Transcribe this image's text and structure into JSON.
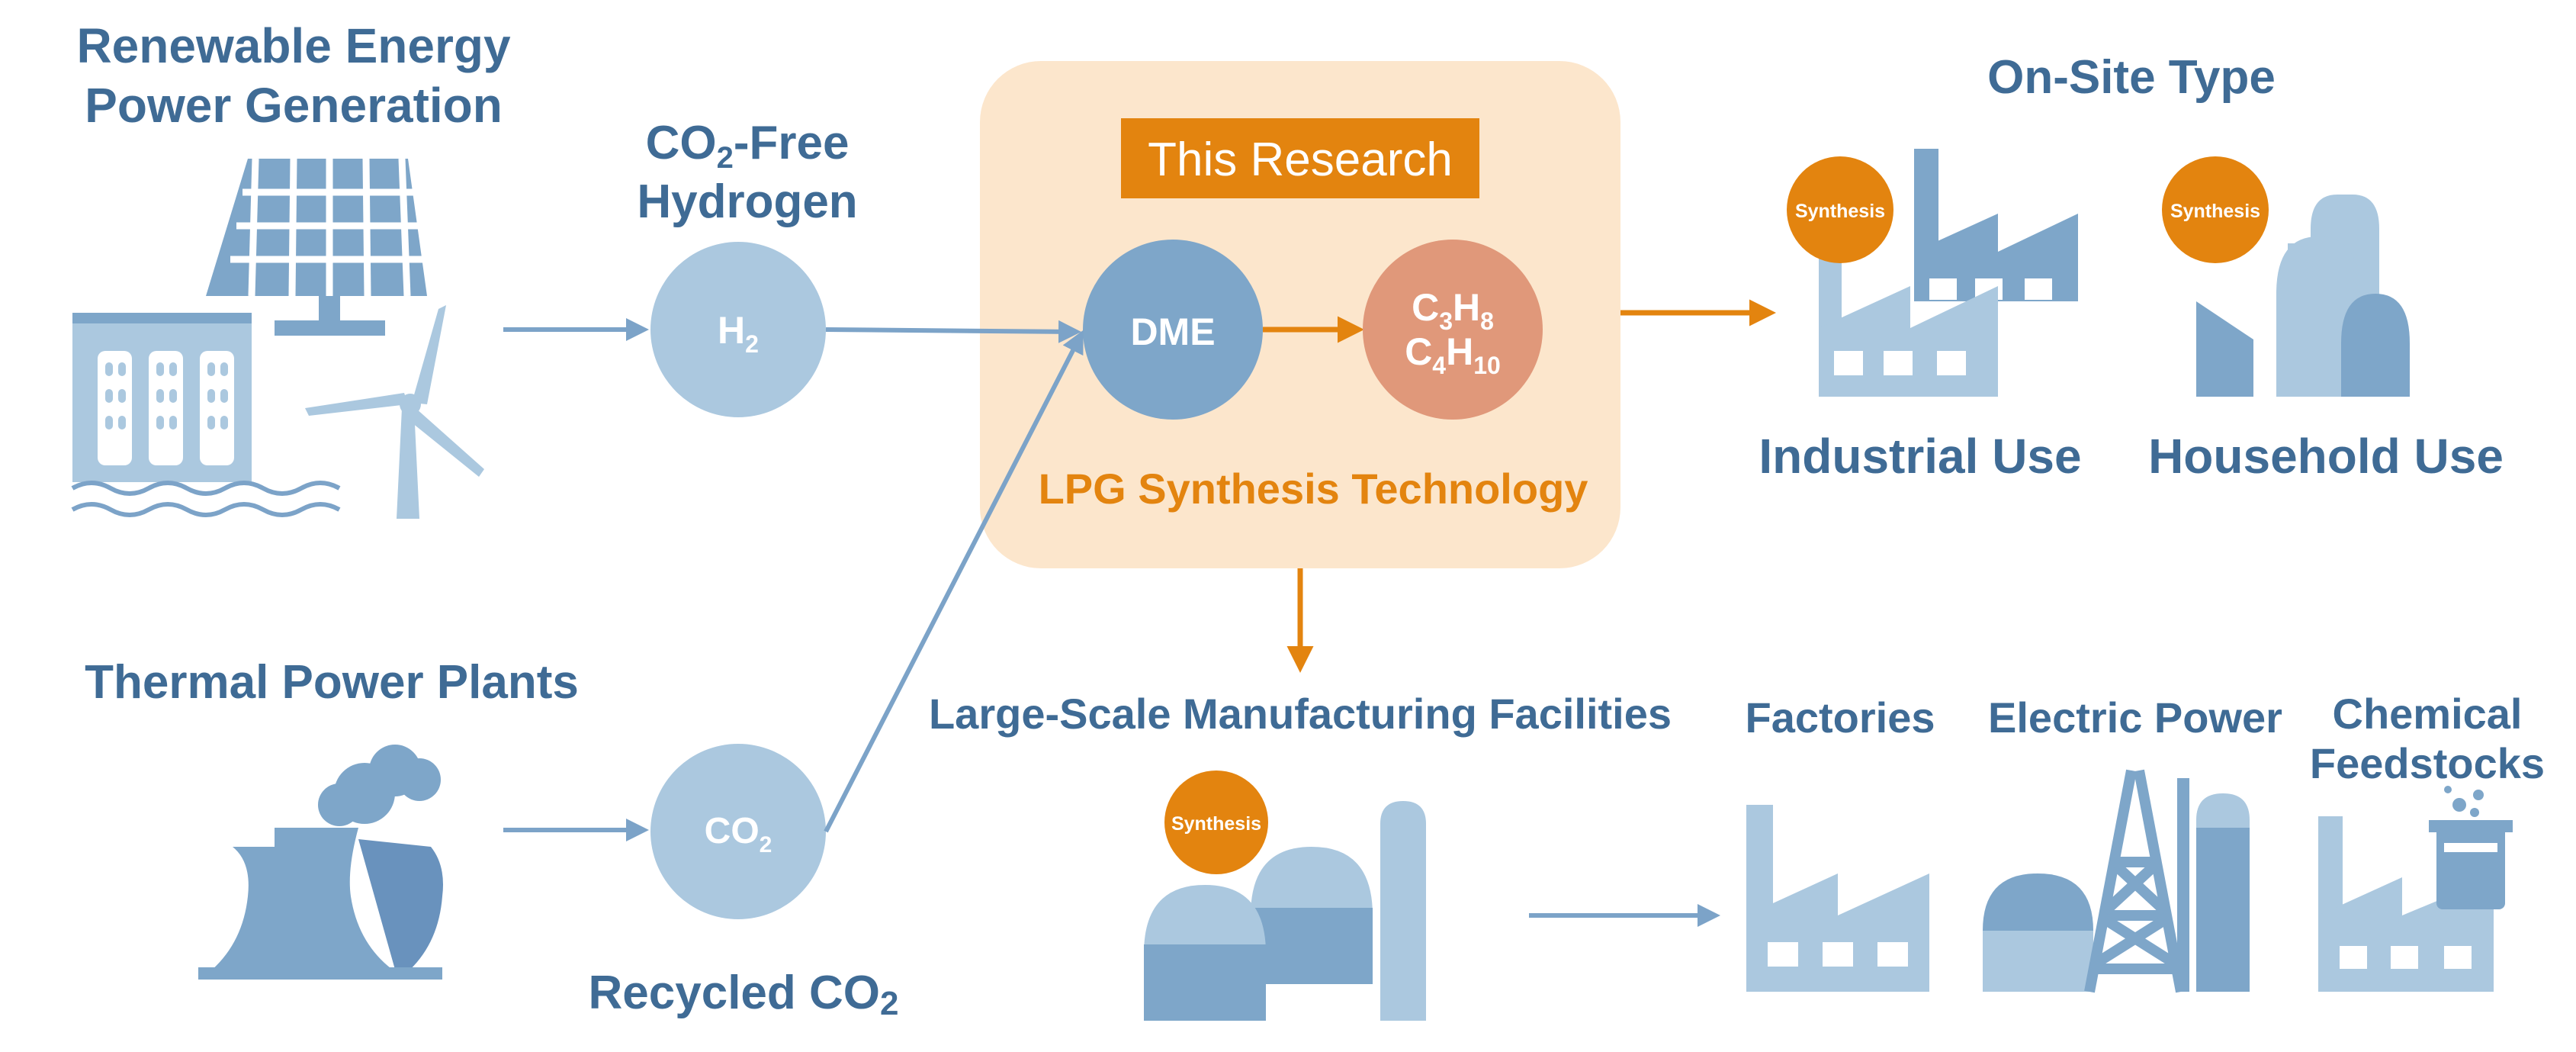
{
  "colors": {
    "text_blue": "#3f6b95",
    "accent_orange": "#e3840f",
    "light_blue": "#abc8df",
    "mid_blue": "#7ea6c9",
    "research_bg": "#fce6cc",
    "c3h8_circle": "#e0987a"
  },
  "sources": {
    "renewable": {
      "line1": "Renewable Energy",
      "line2": "Power Generation"
    },
    "thermal": {
      "label": "Thermal Power Plants"
    }
  },
  "inputs": {
    "hydrogen": {
      "title_line1_pre": "CO",
      "title_line1_sub": "2",
      "title_line1_post": "-Free",
      "title_line2": "Hydrogen",
      "circle_main": "H",
      "circle_sub": "2"
    },
    "co2": {
      "circle_main": "CO",
      "circle_sub": "2",
      "label_main": "Recycled CO",
      "label_sub": "2"
    }
  },
  "research": {
    "banner": "This Research",
    "dme": "DME",
    "c3h8": {
      "c": "C",
      "c_sub": "3",
      "h": "H",
      "h_sub": "8"
    },
    "c4h10": {
      "c": "C",
      "c_sub": "4",
      "h": "H",
      "h_sub": "10"
    },
    "technology": "LPG Synthesis Technology"
  },
  "onsite": {
    "title": "On-Site Type",
    "badge": "Synthesis",
    "industrial": "Industrial Use",
    "household": "Household Use"
  },
  "large_scale": {
    "title": "Large-Scale Manufacturing Facilities",
    "badge": "Synthesis"
  },
  "end_uses": {
    "factories": "Factories",
    "electric": "Electric Power",
    "chemical_line1": "Chemical",
    "chemical_line2": "Feedstocks"
  }
}
